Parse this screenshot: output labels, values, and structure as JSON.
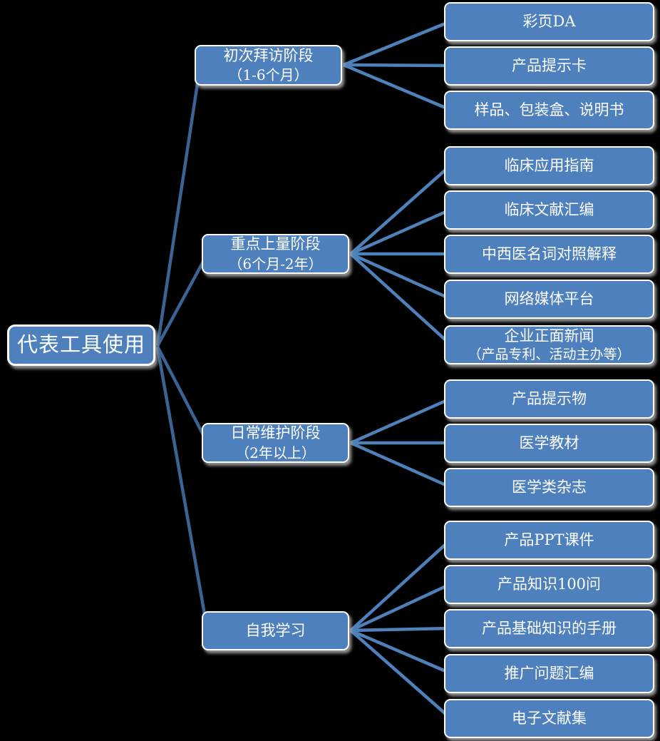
{
  "diagram": {
    "title": "代表工具使用",
    "root": {
      "label": "代表工具使用"
    },
    "branches": [
      {
        "label": "初次拜访阶段",
        "sublabel": "（1-6个月）",
        "leaves": [
          {
            "label": "彩页DA"
          },
          {
            "label": "产品提示卡"
          },
          {
            "label": "样品、包装盒、说明书"
          }
        ]
      },
      {
        "label": "重点上量阶段",
        "sublabel": "（6个月-2年）",
        "leaves": [
          {
            "label": "临床应用指南"
          },
          {
            "label": "临床文献汇编"
          },
          {
            "label": "中西医名词对照解释"
          },
          {
            "label": "网络媒体平台"
          },
          {
            "label": "企业正面新闻",
            "sublabel": "（产品专利、活动主办等）"
          }
        ]
      },
      {
        "label": "日常维护阶段",
        "sublabel": "（2年以上）",
        "leaves": [
          {
            "label": "产品提示物"
          },
          {
            "label": "医学教材"
          },
          {
            "label": "医学类杂志"
          }
        ]
      },
      {
        "label": "自我学习",
        "leaves": [
          {
            "label": "产品PPT课件"
          },
          {
            "label": "产品知识100问"
          },
          {
            "label": "产品基础知识的手册"
          },
          {
            "label": "推广问题汇编"
          },
          {
            "label": "电子文献集"
          }
        ]
      }
    ],
    "colors": {
      "background": "#000000",
      "node_fill": "#4D80BD",
      "node_border": "#FFFFFF",
      "node_text": "#FFFFFF",
      "root_connector": "#3B6394",
      "branch_connector": "#4E80BA",
      "shadow": "#AFAFAF"
    }
  }
}
